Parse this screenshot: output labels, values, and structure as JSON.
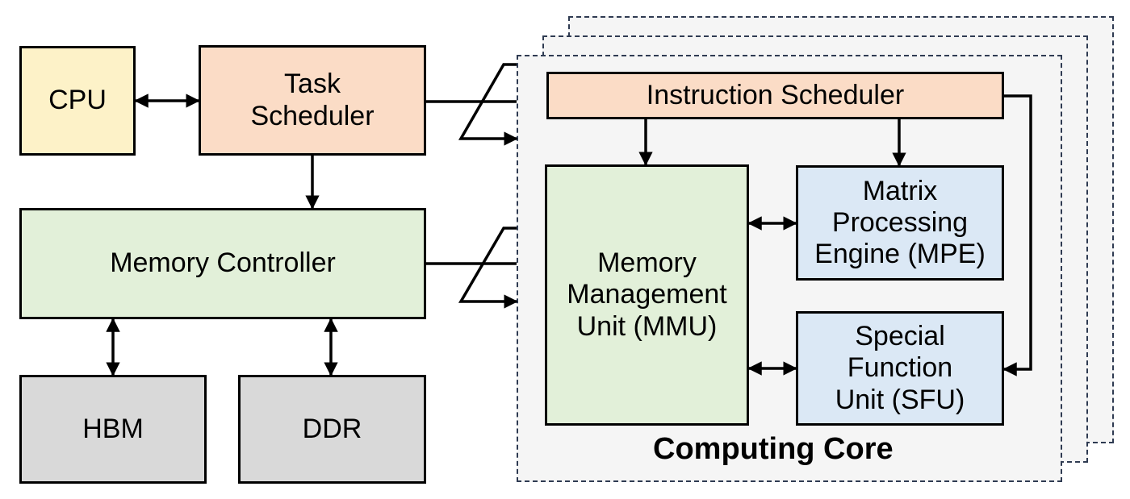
{
  "blocks": {
    "cpu": {
      "label": "CPU"
    },
    "task_scheduler": {
      "label": "Task\nScheduler"
    },
    "memory_controller": {
      "label": "Memory Controller"
    },
    "hbm": {
      "label": "HBM"
    },
    "ddr": {
      "label": "DDR"
    },
    "instruction_scheduler": {
      "label": "Instruction Scheduler"
    },
    "mmu": {
      "label": "Memory\nManagement\nUnit (MMU)"
    },
    "mpe": {
      "label": "Matrix\nProcessing\nEngine (MPE)"
    },
    "sfu": {
      "label": "Special\nFunction\nUnit (SFU)"
    }
  },
  "computing_core": {
    "title": "Computing Core"
  },
  "colors": {
    "cpu": "#fdf2c8",
    "scheduler": "#fbdcc6",
    "memory": "#e2f0d9",
    "storage": "#d9d9d9",
    "engine": "#dbe8f5",
    "core_background": "#f5f5f5"
  }
}
